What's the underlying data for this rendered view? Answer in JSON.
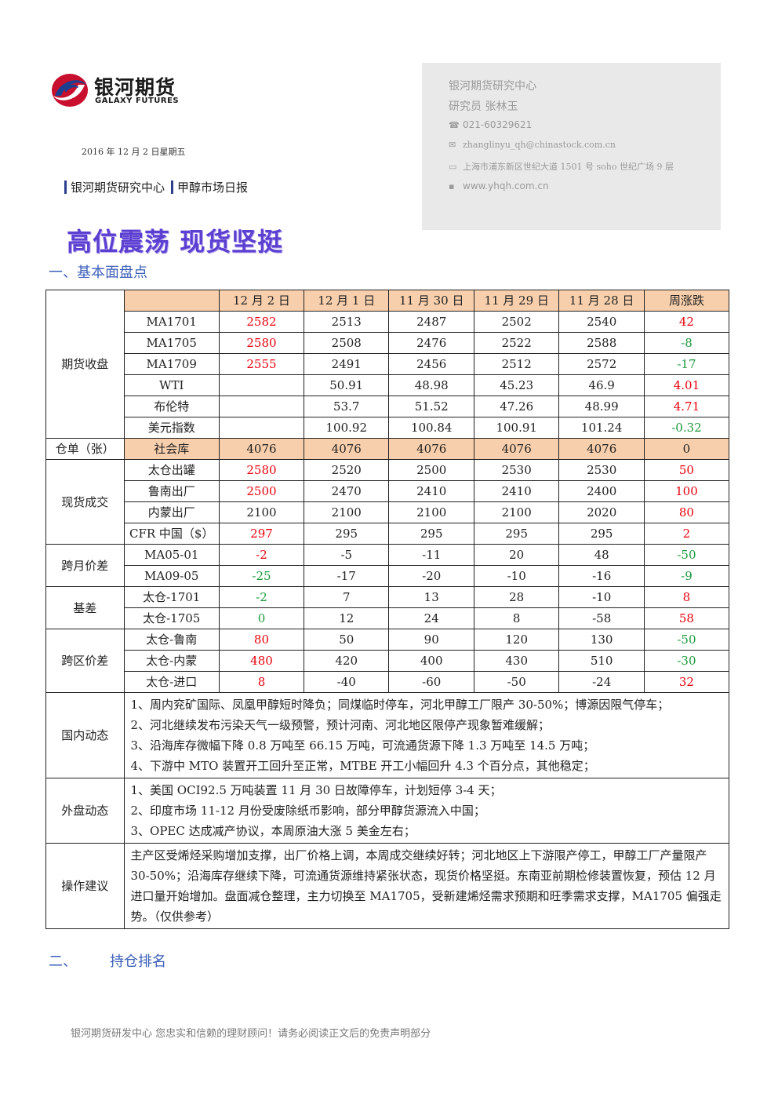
{
  "logo": {
    "cn": "银河期货",
    "en": "GALAXY FUTURES"
  },
  "date": "2016 年 12 月 2 日星期五",
  "subheader": {
    "left": "银河期货研究中心",
    "right": "甲醇市场日报"
  },
  "contact": {
    "org": "银河期货研究中心",
    "researcher": "研究员  张林玉",
    "phone": "021-60329621",
    "email": "zhanglinyu_qh@chinastock.com.cn",
    "address": "上海市浦东新区世纪大道 1501 号 soho 世纪广场 9 层",
    "web": "www.yhqh.com.cn"
  },
  "title": "高位震荡  现货坚挺",
  "section1": "一、基本面盘点",
  "table": {
    "headers": [
      "12 月 2 日",
      "12 月 1 日",
      "11 月 30 日",
      "11 月 29 日",
      "11 月 28 日",
      "周涨跌"
    ],
    "cat_futures": "期货收盘",
    "cat_warehouse": "仓单（张）",
    "cat_spot": "现货成交",
    "cat_calendar": "跨月价差",
    "cat_basis": "基差",
    "cat_region": "跨区价差",
    "cat_domestic": "国内动态",
    "cat_overseas": "外盘动态",
    "cat_advice": "操作建议",
    "rows": [
      {
        "label": "MA1701",
        "vals": [
          "2582",
          "2513",
          "2487",
          "2502",
          "2540",
          "42"
        ]
      },
      {
        "label": "MA1705",
        "vals": [
          "2580",
          "2508",
          "2476",
          "2522",
          "2588",
          "-8"
        ]
      },
      {
        "label": "MA1709",
        "vals": [
          "2555",
          "2491",
          "2456",
          "2512",
          "2572",
          "-17"
        ]
      },
      {
        "label": "WTI",
        "vals": [
          "",
          "50.91",
          "48.98",
          "45.23",
          "46.9",
          "4.01"
        ]
      },
      {
        "label": "布伦特",
        "vals": [
          "",
          "53.7",
          "51.52",
          "47.26",
          "48.99",
          "4.71"
        ]
      },
      {
        "label": "美元指数",
        "vals": [
          "",
          "100.92",
          "100.84",
          "100.91",
          "101.24",
          "-0.32"
        ]
      },
      {
        "label": "社会库",
        "vals": [
          "4076",
          "4076",
          "4076",
          "4076",
          "4076",
          "0"
        ]
      },
      {
        "label": "太仓出罐",
        "vals": [
          "2580",
          "2520",
          "2500",
          "2530",
          "2530",
          "50"
        ]
      },
      {
        "label": "鲁南出厂",
        "vals": [
          "2500",
          "2470",
          "2410",
          "2410",
          "2400",
          "100"
        ]
      },
      {
        "label": "内蒙出厂",
        "vals": [
          "2100",
          "2100",
          "2100",
          "2100",
          "2020",
          "80"
        ]
      },
      {
        "label": "CFR 中国（$）",
        "vals": [
          "297",
          "295",
          "295",
          "295",
          "295",
          "2"
        ]
      },
      {
        "label": "MA05-01",
        "vals": [
          "-2",
          "-5",
          "-11",
          "20",
          "48",
          "-50"
        ]
      },
      {
        "label": "MA09-05",
        "vals": [
          "-25",
          "-17",
          "-20",
          "-10",
          "-16",
          "-9"
        ]
      },
      {
        "label": "太仓-1701",
        "vals": [
          "-2",
          "7",
          "13",
          "28",
          "-10",
          "8"
        ]
      },
      {
        "label": "太仓-1705",
        "vals": [
          "0",
          "12",
          "24",
          "8",
          "-58",
          "58"
        ]
      },
      {
        "label": "太仓-鲁南",
        "vals": [
          "80",
          "50",
          "90",
          "120",
          "130",
          "-50"
        ]
      },
      {
        "label": "太仓-内蒙",
        "vals": [
          "480",
          "420",
          "400",
          "430",
          "510",
          "-30"
        ]
      },
      {
        "label": "太仓-进口",
        "vals": [
          "8",
          "-40",
          "-60",
          "-50",
          "-24",
          "32"
        ]
      }
    ],
    "domestic": [
      "1、周内兖矿国际、凤凰甲醇短时降负；同煤临时停车，河北甲醇工厂限产 30-50%；博源因限气停车；",
      "2、河北继续发布污染天气一级预警，预计河南、河北地区限停产现象暂难缓解；",
      "3、沿海库存微幅下降 0.8 万吨至 66.15 万吨，可流通货源下降 1.3 万吨至 14.5 万吨；",
      "4、下游中 MTO 装置开工回升至正常，MTBE 开工小幅回升 4.3 个百分点，其他稳定；"
    ],
    "overseas": [
      "1、美国 OCI92.5 万吨装置 11 月 30 日故障停车，计划短停 3-4 天；",
      "2、印度市场 11-12 月份受废除纸币影响，部分甲醇货源流入中国；",
      "3、OPEC 达成减产协议，本周原油大涨 5 美金左右；"
    ],
    "advice": "主产区受烯烃采购增加支撑，出厂价格上调，本周成交继续好转；河北地区上下游限产停工，甲醇工厂产量限产 30-50%；沿海库存继续下降，可流通货源维持紧张状态，现货价格坚挺。东南亚前期检修装置恢复，预估 12 月进口量开始增加。盘面减仓整理，主力切换至 MA1705，受新建烯烃需求预期和旺季需求支撑，MA1705 偏强走势。（仅供参考）"
  },
  "section2": {
    "num": "二、",
    "text": "持仓排名"
  },
  "footer": "银河期货研发中心 您忠实和信赖的理财顾问！请务必阅读正文后的免责声明部分",
  "colors": {
    "red": "#e8000b",
    "green": "#1a9a3a",
    "header_bg": "#f8cfac",
    "title": "#5b3fd0",
    "section": "#3b5fb8"
  }
}
